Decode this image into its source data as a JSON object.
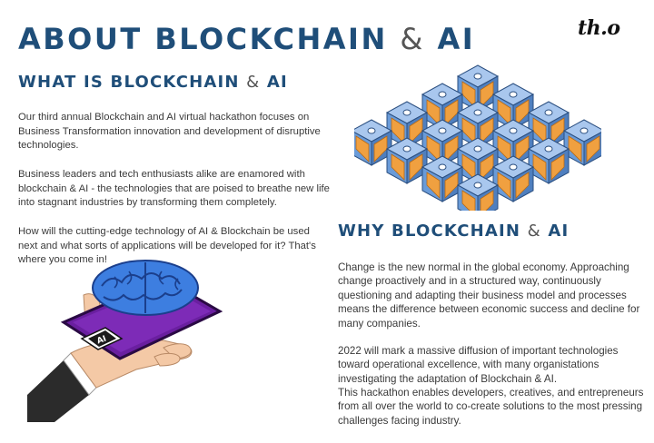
{
  "header": {
    "title_main": "ABOUT BLOCKCHAIN",
    "title_amp": "&",
    "title_end": "AI",
    "logo": "th.o"
  },
  "what": {
    "title_main": "WHAT IS BLOCKCHAIN",
    "title_amp": "&",
    "title_end": "AI",
    "paragraphs": [
      "Our third annual Blockchain and AI virtual hackathon focuses on Business Transformation innovation and development of disruptive technologies.",
      "Business leaders and tech enthusiasts alike are enamored with blockchain & AI - the technologies that are poised to breathe new life into stagnant industries by transforming them completely.",
      "How will the cutting-edge technology of AI & Blockchain be used next and what sorts of applications will be developed for it? That's where you come in!"
    ]
  },
  "why": {
    "title_main": "WHY BLOCKCHAIN",
    "title_amp": "&",
    "title_end": "AI",
    "paragraphs": [
      "Change is the new normal in the global economy. Approaching change proactively and in a structured way, continuously questioning and adapting their business model and processes means the difference between economic success and decline for many companies.",
      "2022 will mark a massive diffusion of important technologies toward operational excellence, with many organistations investigating the adaptation of Blockchain & AI.",
      "This hackathon enables developers, creatives, and entrepreneurs from all over the world to co-create solutions to the most pressing challenges facing industry."
    ]
  },
  "illustrations": {
    "chip_label": "AI",
    "blockchain_icon": "blockchain-cubes-icon",
    "phone_icon": "brain-phone-icon"
  },
  "colors": {
    "heading": "#1f4e79",
    "cube_blue": "#6a9bd8",
    "cube_orange": "#f0a040",
    "phone_purple": "#6a1fa0",
    "brain_blue": "#3d7ee0"
  }
}
